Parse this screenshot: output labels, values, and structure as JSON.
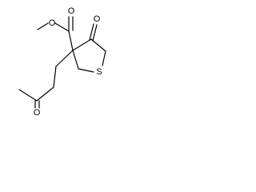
{
  "molecule": {
    "atoms": {
      "ester_ether_oxygen": "O",
      "ester_carbonyl_oxygen": "O",
      "ketone_oxygen": "O",
      "side_chain_ketone_oxygen": "O",
      "ring_sulfur": "S"
    },
    "colors": {
      "bond": "#000000",
      "label": "#000000",
      "background": "#ffffff"
    }
  }
}
